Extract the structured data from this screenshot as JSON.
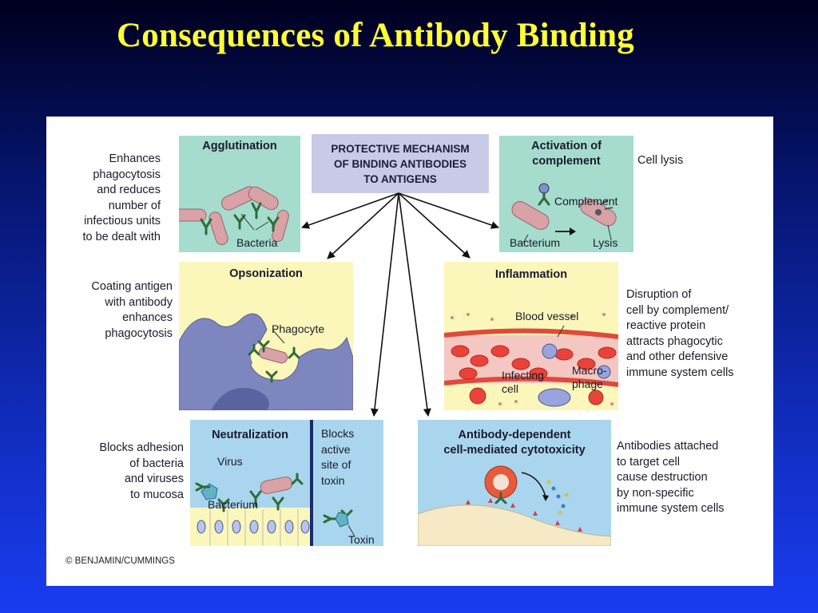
{
  "title": "Consequences of Antibody Binding",
  "central": {
    "lines": [
      "PROTECTIVE MECHANISM",
      "OF BINDING ANTIBODIES",
      "TO ANTIGENS"
    ]
  },
  "agglutination": {
    "title": "Agglutination",
    "label": "Bacteria",
    "description": [
      "Enhances",
      "phagocytosis",
      "and reduces",
      "number of",
      "infectious units",
      "to be dealt with"
    ],
    "color": "#a5dccd"
  },
  "complement": {
    "title_lines": [
      "Activation of",
      "complement"
    ],
    "labels": {
      "complement": "Complement",
      "bacterium": "Bacterium",
      "lysis": "Lysis"
    },
    "description": [
      "Cell lysis"
    ],
    "color": "#a5dccd"
  },
  "opsonization": {
    "title": "Opsonization",
    "label": "Phagocyte",
    "description": [
      "Coating antigen",
      "with antibody",
      "enhances",
      "phagocytosis"
    ],
    "color": "#fbf7ba"
  },
  "inflammation": {
    "title": "Inflammation",
    "labels": {
      "vessel": "Blood vessel",
      "infecting": [
        "Infecting",
        "cell"
      ],
      "macrophage": [
        "Macro-",
        "phage"
      ]
    },
    "description": [
      "Disruption of",
      "cell by complement/",
      "reactive protein",
      "attracts phagocytic",
      "and other defensive",
      "immune system cells"
    ],
    "color": "#fbf7ba"
  },
  "neutralization": {
    "title": "Neutralization",
    "labels": {
      "virus": "Virus",
      "bacterium": "Bacterium",
      "blocks": [
        "Blocks",
        "active",
        "site of",
        "toxin"
      ],
      "toxin": "Toxin"
    },
    "description": [
      "Blocks adhesion",
      "of bacteria",
      "and viruses",
      "to mucosa"
    ],
    "color": "#a9d6ee"
  },
  "adcc": {
    "title_lines": [
      "Antibody-dependent",
      "cell-mediated cytotoxicity"
    ],
    "description": [
      "Antibodies attached",
      "to target cell",
      "cause destruction",
      "by non-specific",
      "immune system cells"
    ],
    "color": "#a9d6ee"
  },
  "copyright": "© BENJAMIN/CUMMINGS"
}
